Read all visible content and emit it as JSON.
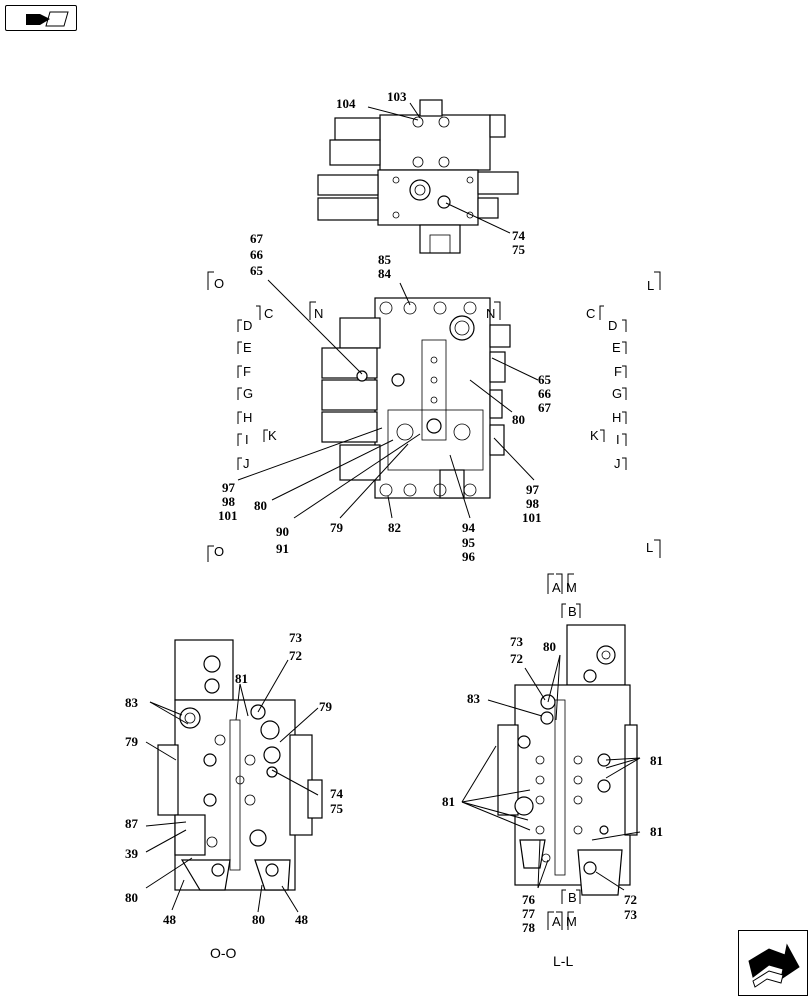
{
  "nav": {
    "top_icon": "book-arrow-icon",
    "bottom_icon": "bent-arrow-icon"
  },
  "top_view": {
    "labels": [
      "104",
      "103",
      "74",
      "75"
    ]
  },
  "middle_view": {
    "labels": [
      "67",
      "66",
      "65",
      "85",
      "84",
      "65",
      "66",
      "67",
      "80",
      "97",
      "98",
      "101",
      "80",
      "90",
      "91",
      "79",
      "82",
      "94",
      "95",
      "96",
      "97",
      "98",
      "101"
    ],
    "section_marks": [
      "O",
      "L",
      "C",
      "N",
      "N",
      "C",
      "D",
      "D",
      "E",
      "E",
      "F",
      "F",
      "G",
      "G",
      "H",
      "H",
      "I",
      "K",
      "K",
      "I",
      "J",
      "J",
      "O",
      "L"
    ]
  },
  "view_oo": {
    "title": "O-O",
    "labels": [
      "73",
      "72",
      "81",
      "83",
      "79",
      "79",
      "74",
      "75",
      "87",
      "39",
      "80",
      "48",
      "80",
      "48"
    ]
  },
  "view_ll": {
    "title": "L-L",
    "labels": [
      "73",
      "72",
      "80",
      "83",
      "81",
      "81",
      "81",
      "76",
      "77",
      "78",
      "72",
      "73"
    ],
    "section_marks": [
      "A",
      "M",
      "B",
      "B",
      "A",
      "M"
    ]
  }
}
